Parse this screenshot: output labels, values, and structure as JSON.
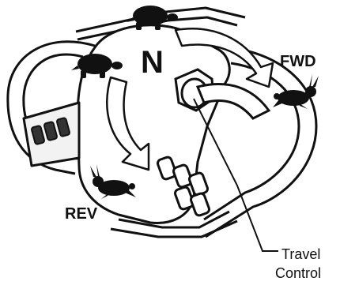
{
  "labels": {
    "neutral": "N",
    "forward": "FWD",
    "reverse": "REV",
    "callout_line1": "Travel",
    "callout_line2": "Control"
  },
  "icons": {
    "slow_speed": "turtle-icon",
    "fast_speed": "rabbit-icon"
  },
  "colors": {
    "ink": "#111111",
    "paper": "#ffffff",
    "shade": "#d9d9d9"
  }
}
